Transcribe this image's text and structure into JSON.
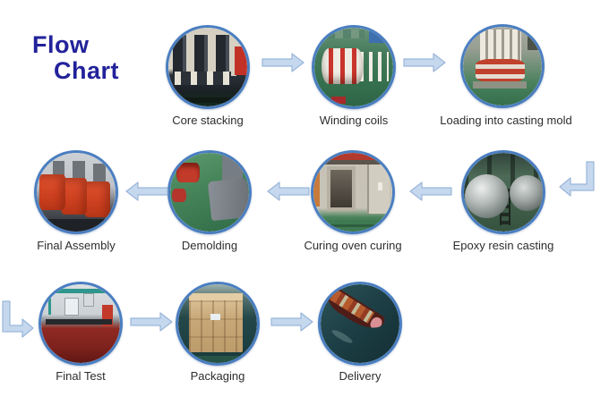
{
  "title": {
    "line1": "Flow",
    "line2": "Chart"
  },
  "colors": {
    "title-color": "#22229b",
    "label-color": "#2d2d2d",
    "arrow-fill": "#c5d8ee",
    "arrow-stroke": "#9ab6d9",
    "circle-border": "#4a7ec0"
  },
  "steps": [
    {
      "id": "core-stacking",
      "label": "Core stacking"
    },
    {
      "id": "winding-coils",
      "label": "Winding coils"
    },
    {
      "id": "loading-casting-mold",
      "label": "Loading into casting mold"
    },
    {
      "id": "epoxy-resin-casting",
      "label": "Epoxy resin casting"
    },
    {
      "id": "curing-oven-curing",
      "label": "Curing oven curing"
    },
    {
      "id": "demolding",
      "label": "Demolding"
    },
    {
      "id": "final-assembly",
      "label": "Final Assembly"
    },
    {
      "id": "final-test",
      "label": "Final Test"
    },
    {
      "id": "packaging",
      "label": "Packaging"
    },
    {
      "id": "delivery",
      "label": "Delivery"
    }
  ]
}
